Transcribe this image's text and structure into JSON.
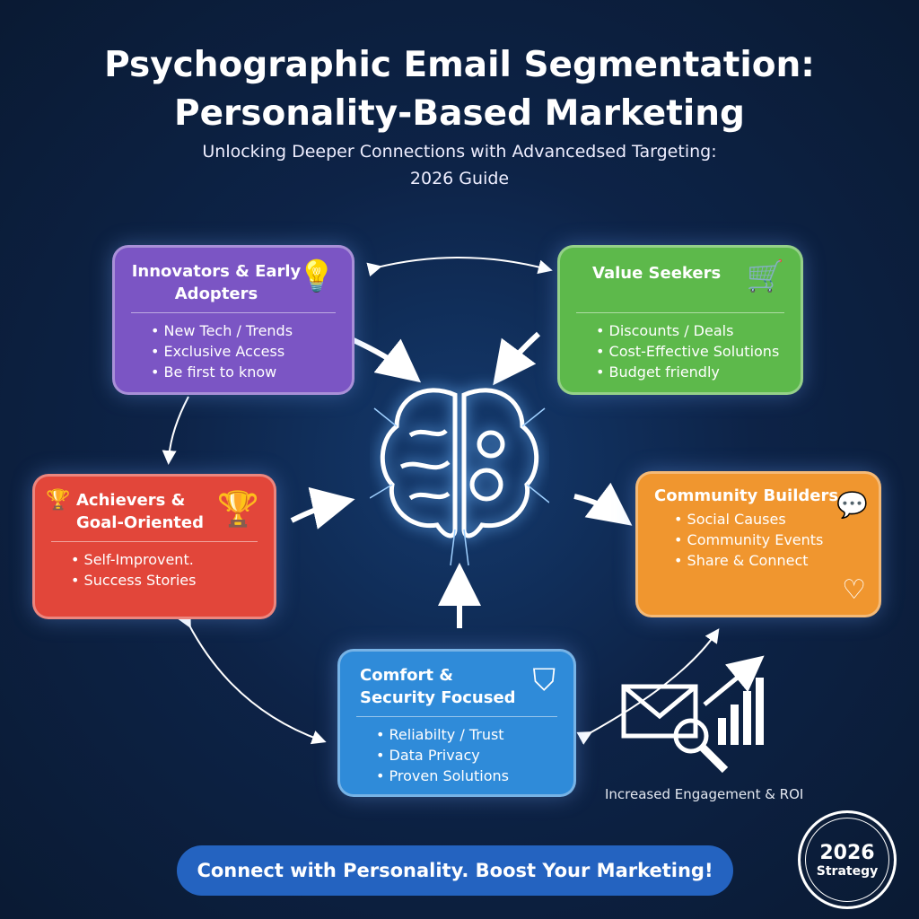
{
  "title": {
    "line1": "Psychographic Email Segmentation:",
    "line2": "Personality-Based Marketing"
  },
  "subtitle": {
    "line1": "Unlocking Deeper Connections with Advancedsed Targeting:",
    "line2": "2026 Guide"
  },
  "segments": [
    {
      "title1": "Innovators & Early",
      "title2": "Adopters",
      "items": [
        "New Tech / Trends",
        "Exclusive Access",
        "Be first to know"
      ],
      "color": "#7b55c4",
      "icon": "lightbulb-icon"
    },
    {
      "title1": "Value Seekers",
      "title2": "",
      "items": [
        "Discounts / Deals",
        "Cost-Effective Solutions",
        "Budget friendly"
      ],
      "color": "#5db94b",
      "icon": "cart-dollar-icon"
    },
    {
      "title1": "Achievers &",
      "title2": "Goal-Oriented",
      "items": [
        "Self-Improvent.",
        "Success Stories"
      ],
      "color": "#e2463a",
      "icon": "trophy-icon"
    },
    {
      "title1": "Community Builders",
      "title2": "",
      "items": [
        "Social Causes",
        "Community Events",
        "Share & Connect"
      ],
      "color": "#f0962f",
      "icon": "chat-heart-icon"
    },
    {
      "title1": "Comfort &",
      "title2": "Security Focused",
      "items": [
        "Reliabilty / Trust",
        "Data Privacy",
        "Proven Solutions"
      ],
      "color": "#2f8bd9",
      "icon": "shield-icon"
    }
  ],
  "roi_label": "Increased Engagement & ROI",
  "cta": "Connect with Personality. Boost Your Marketing!",
  "badge": {
    "year": "2026",
    "label": "Strategy"
  }
}
